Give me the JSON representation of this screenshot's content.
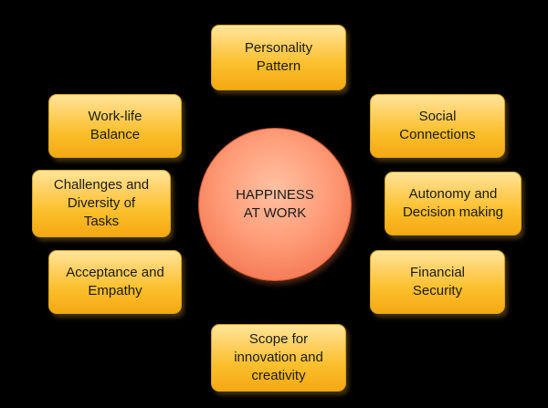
{
  "center": {
    "label": "HAPPINESS\nAT WORK"
  },
  "factors": {
    "personality": "Personality\nPattern",
    "worklife": "Work-life\nBalance",
    "social": "Social\nConnections",
    "challenges": "Challenges and\nDiversity of\nTasks",
    "autonomy": "Autonomy and\nDecision making",
    "acceptance": "Acceptance and\nEmpathy",
    "financial": "Financial\nSecurity",
    "scope": "Scope for\ninnovation and\ncreativity"
  },
  "colors": {
    "background": "#000000",
    "box_fill": "#fbc02d",
    "center_fill": "#ff9c78"
  }
}
